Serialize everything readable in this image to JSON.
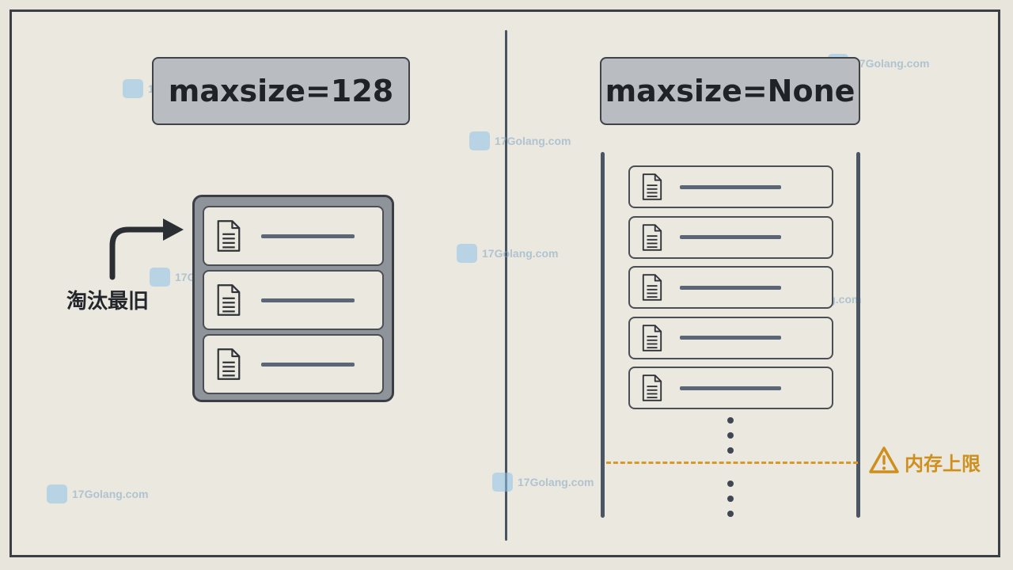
{
  "left_panel": {
    "title": "maxsize=128",
    "evict_label": "淘汰最旧",
    "entries": 3
  },
  "right_panel": {
    "title": "maxsize=None",
    "entries": 5,
    "limit_label": "内存上限"
  },
  "watermark": "17Golang.com",
  "colors": {
    "background": "#ebe8df",
    "title_fill": "#b9bcc0",
    "cache_fill": "#8f949a",
    "limit": "#d79a2a",
    "bar": "#5b6776"
  },
  "icons": {
    "entry": "document-icon",
    "evict": "arrow-right-icon",
    "limit": "warning-icon"
  }
}
